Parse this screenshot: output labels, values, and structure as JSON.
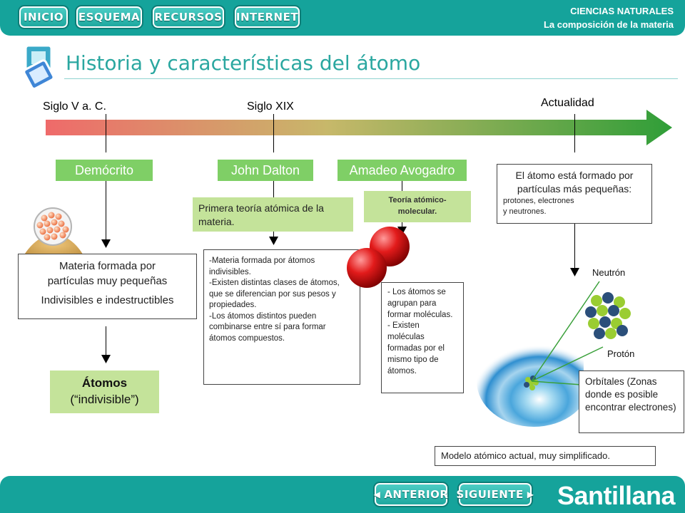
{
  "nav": {
    "inicio": "INICIO",
    "esquema": "ESQUEMA",
    "recursos": "RECURSOS",
    "internet": "INTERNET"
  },
  "header": {
    "subject": "CIENCIAS NATURALES",
    "unit": "La composición de la materia"
  },
  "page": {
    "title": "Historia y características del átomo"
  },
  "timeline": {
    "eras": [
      "Siglo V a. C.",
      "Siglo XIX",
      "Actualidad"
    ]
  },
  "democrito": {
    "name": "Demócrito",
    "desc_line1": "Materia formada por",
    "desc_line2": "partículas muy pequeñas",
    "desc_line3": "Indivisibles e indestructibles",
    "result_title": "Átomos",
    "result_sub": "(“indivisible”)"
  },
  "dalton": {
    "name": "John Dalton",
    "theory": "Primera teoría atómica de la materia.",
    "points": [
      "-Materia formada por átomos indivisibles.",
      "-Existen distintas clases de átomos, que se diferencian por sus pesos y propiedades.",
      "-Los átomos distintos pueden combinarse entre sí para formar átomos compuestos."
    ]
  },
  "avogadro": {
    "name": "Amadeo Avogadro",
    "theory": "Teoría atómico-molecular.",
    "points": [
      "- Los átomos se agrupan para formar moléculas.",
      "- Existen moléculas formadas por el mismo tipo de átomos."
    ]
  },
  "actualidad": {
    "intro_line1": "El átomo está formado por",
    "intro_line2": "partículas más pequeñas:",
    "intro_line3": "protones, electrones",
    "intro_line4": "y neutrones.",
    "neutron": "Neutrón",
    "proton": "Protón",
    "orbitals": "Orbítales (Zonas donde es posible encontrar electrones)",
    "caption": "Modelo atómico actual, muy simplificado."
  },
  "footer": {
    "prev": "ANTERIOR",
    "next": "SIGUIENTE",
    "brand": "Santillana"
  },
  "colors": {
    "teal": "#15a39b",
    "green_label": "#7fcf66",
    "green_box": "#c4e39a",
    "title": "#2aa7a0"
  }
}
